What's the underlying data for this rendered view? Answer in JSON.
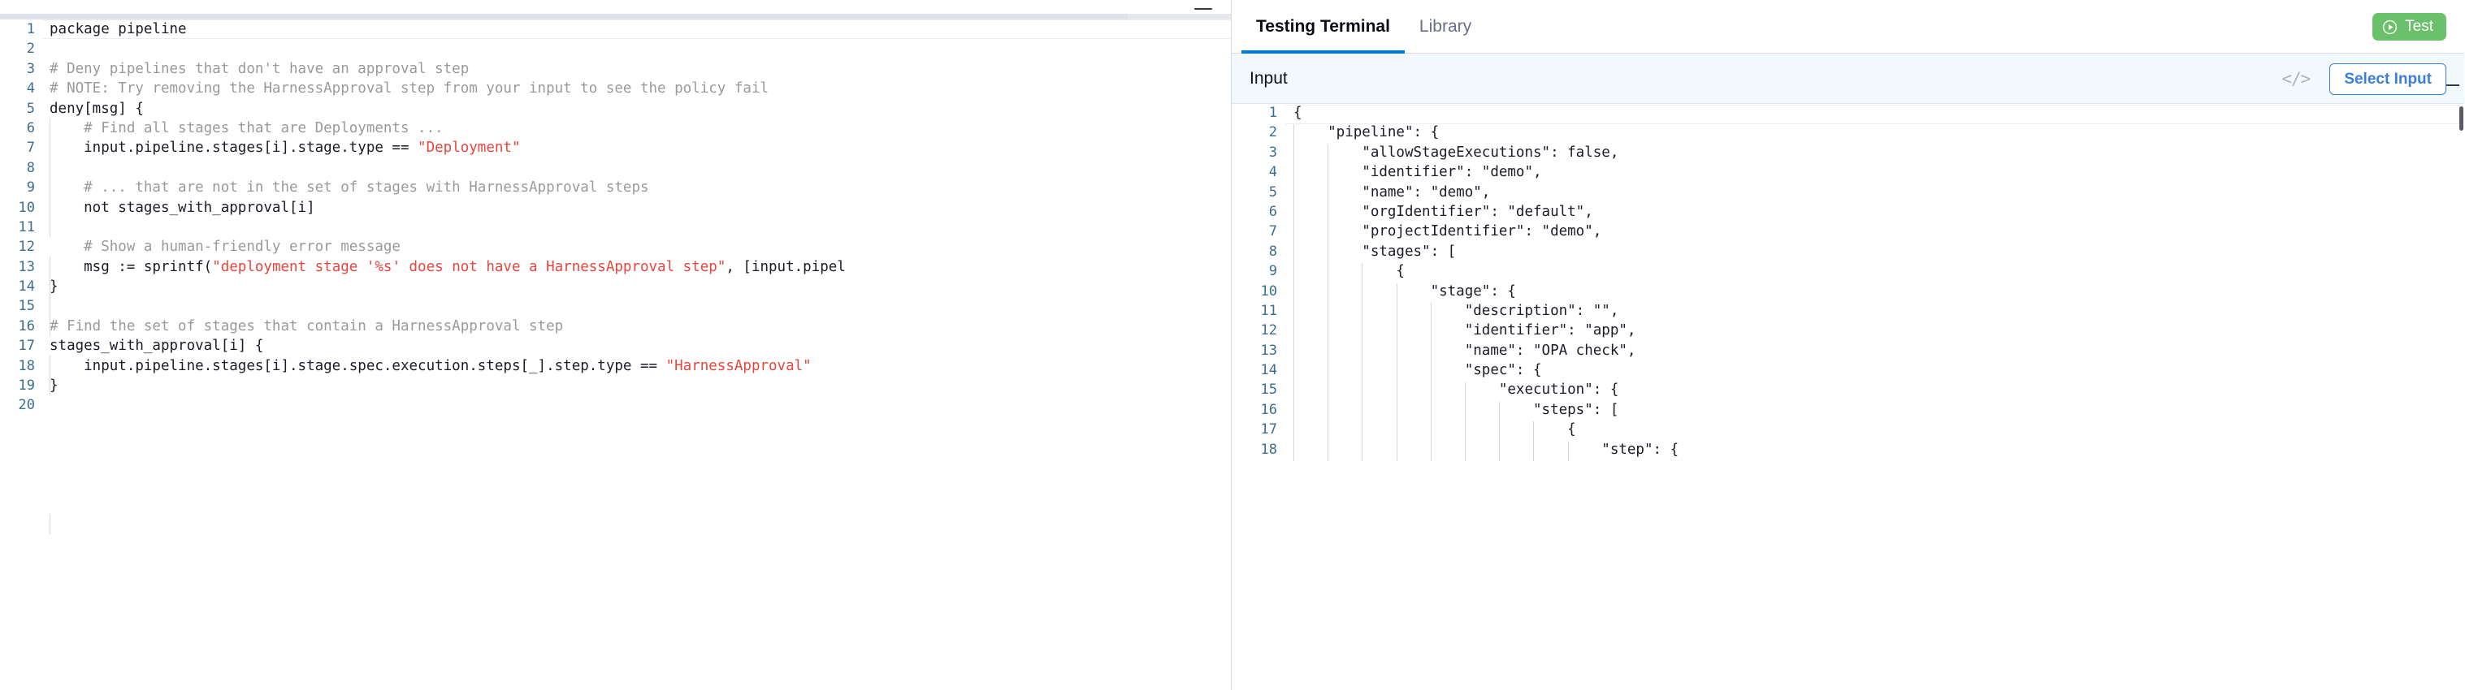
{
  "left_editor": {
    "minimize_label": "—",
    "lines": [
      {
        "n": "1",
        "segments": [
          {
            "t": "plain",
            "s": "package pipeline"
          }
        ]
      },
      {
        "n": "2",
        "segments": []
      },
      {
        "n": "3",
        "segments": [
          {
            "t": "cmt",
            "s": "# Deny pipelines that don't have an approval step"
          }
        ]
      },
      {
        "n": "4",
        "segments": [
          {
            "t": "cmt",
            "s": "# NOTE: Try removing the HarnessApproval step from your input to see the policy fail"
          }
        ]
      },
      {
        "n": "5",
        "segments": [
          {
            "t": "plain",
            "s": "deny[msg] {"
          }
        ]
      },
      {
        "n": "6",
        "segments": [
          {
            "t": "cmt",
            "s": "    # Find all stages that are Deployments ..."
          }
        ]
      },
      {
        "n": "7",
        "segments": [
          {
            "t": "plain",
            "s": "    input.pipeline.stages[i].stage.type == "
          },
          {
            "t": "str",
            "s": "\"Deployment\""
          }
        ]
      },
      {
        "n": "8",
        "segments": []
      },
      {
        "n": "9",
        "segments": [
          {
            "t": "cmt",
            "s": "    # ... that are not in the set of stages with HarnessApproval steps"
          }
        ]
      },
      {
        "n": "10",
        "segments": [
          {
            "t": "plain",
            "s": "    not stages_with_approval[i]"
          }
        ]
      },
      {
        "n": "11",
        "segments": []
      },
      {
        "n": "12",
        "segments": [
          {
            "t": "cmt",
            "s": "    # Show a human-friendly error message"
          }
        ]
      },
      {
        "n": "13",
        "segments": [
          {
            "t": "plain",
            "s": "    msg := sprintf("
          },
          {
            "t": "str",
            "s": "\"deployment stage '%s' does not have a HarnessApproval step\""
          },
          {
            "t": "plain",
            "s": ", [input.pipel"
          }
        ]
      },
      {
        "n": "14",
        "segments": [
          {
            "t": "plain",
            "s": "}"
          }
        ]
      },
      {
        "n": "15",
        "segments": []
      },
      {
        "n": "16",
        "segments": [
          {
            "t": "cmt",
            "s": "# Find the set of stages that contain a HarnessApproval step"
          }
        ]
      },
      {
        "n": "17",
        "segments": [
          {
            "t": "plain",
            "s": "stages_with_approval[i] {"
          }
        ]
      },
      {
        "n": "18",
        "segments": [
          {
            "t": "plain",
            "s": "    input.pipeline.stages[i].stage.spec.execution.steps[_].step.type == "
          },
          {
            "t": "str",
            "s": "\"HarnessApproval\""
          }
        ]
      },
      {
        "n": "19",
        "segments": [
          {
            "t": "plain",
            "s": "}"
          }
        ]
      },
      {
        "n": "20",
        "segments": []
      }
    ]
  },
  "right_panel": {
    "tabs": [
      {
        "label": "Testing Terminal",
        "active": true
      },
      {
        "label": "Library",
        "active": false
      }
    ],
    "test_button": {
      "label": "Test",
      "icon": "play-circle-icon",
      "color": "#6bc16b"
    },
    "input_bar": {
      "title": "Input",
      "code_icon": "</>",
      "select_input_label": "Select Input",
      "accent": "#3a7fdc",
      "background": "#f2f9fd"
    },
    "json_editor": {
      "minimize_label": "—",
      "lines": [
        {
          "n": "1",
          "text": "{"
        },
        {
          "n": "2",
          "text": "    \"pipeline\": {"
        },
        {
          "n": "3",
          "text": "        \"allowStageExecutions\": false,"
        },
        {
          "n": "4",
          "text": "        \"identifier\": \"demo\","
        },
        {
          "n": "5",
          "text": "        \"name\": \"demo\","
        },
        {
          "n": "6",
          "text": "        \"orgIdentifier\": \"default\","
        },
        {
          "n": "7",
          "text": "        \"projectIdentifier\": \"demo\","
        },
        {
          "n": "8",
          "text": "        \"stages\": ["
        },
        {
          "n": "9",
          "text": "            {"
        },
        {
          "n": "10",
          "text": "                \"stage\": {"
        },
        {
          "n": "11",
          "text": "                    \"description\": \"\","
        },
        {
          "n": "12",
          "text": "                    \"identifier\": \"app\","
        },
        {
          "n": "13",
          "text": "                    \"name\": \"OPA check\","
        },
        {
          "n": "14",
          "text": "                    \"spec\": {"
        },
        {
          "n": "15",
          "text": "                        \"execution\": {"
        },
        {
          "n": "16",
          "text": "                            \"steps\": ["
        },
        {
          "n": "17",
          "text": "                                {"
        },
        {
          "n": "18",
          "text": "                                    \"step\": {"
        }
      ]
    }
  }
}
